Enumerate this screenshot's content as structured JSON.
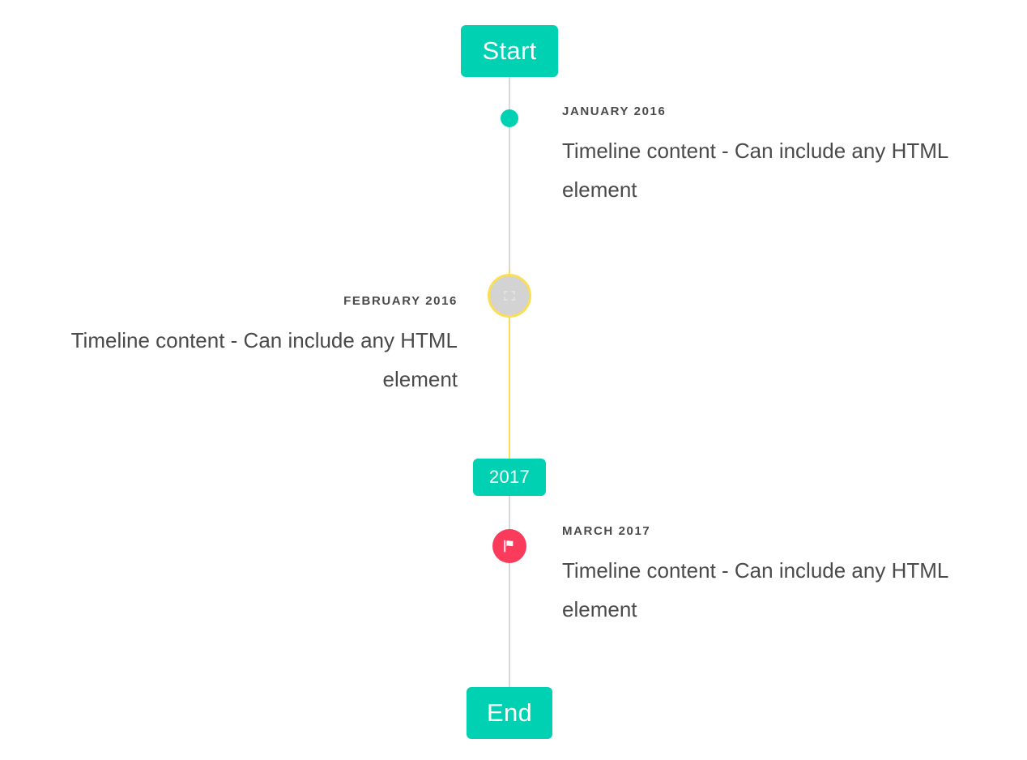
{
  "timeline": {
    "start_label": "Start",
    "middle_label": "2017",
    "end_label": "End",
    "items": [
      {
        "heading": "JANUARY 2016",
        "body": "Timeline content - Can include any HTML element",
        "side": "right",
        "marker": "dot",
        "marker_color": "#00d1b2"
      },
      {
        "heading": "FEBRUARY 2016",
        "body": "Timeline content - Can include any HTML element",
        "side": "left",
        "marker": "image-icon",
        "marker_color": "#fade56"
      },
      {
        "heading": "MARCH 2017",
        "body": "Timeline content - Can include any HTML element",
        "side": "right",
        "marker": "flag-icon",
        "marker_color": "#fb3b5c"
      }
    ]
  },
  "colors": {
    "primary": "#00d1b2",
    "warning": "#fade56",
    "danger": "#fb3b5c",
    "rail": "#d9d9d9",
    "text": "#4a4a4a",
    "marker_fill": "#d3d3d3"
  }
}
